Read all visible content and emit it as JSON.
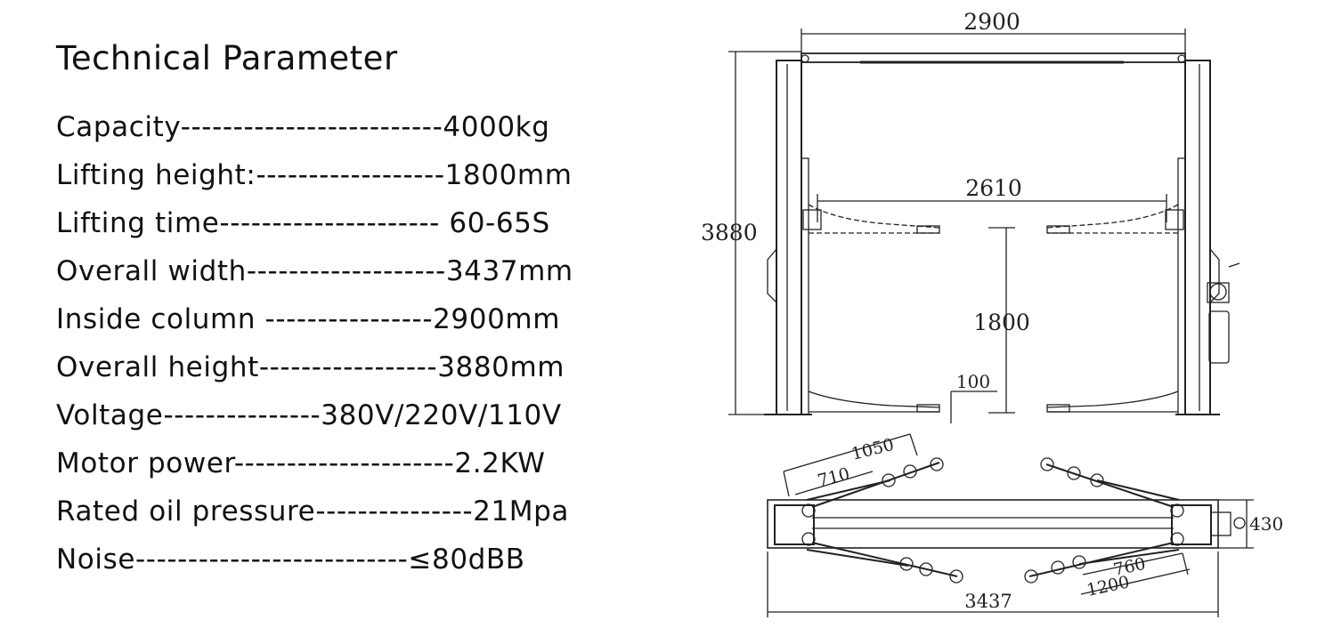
{
  "title": "Technical Parameter",
  "specs": [
    {
      "text": "Capacity-------------------------4000kg"
    },
    {
      "text": "Lifting height:------------------1800mm"
    },
    {
      "text": "Lifting time--------------------- 60-65S"
    },
    {
      "text": "Overall width-------------------3437mm"
    },
    {
      "text": "Inside column ----------------2900mm"
    },
    {
      "text": "Overall height-----------------3880mm"
    },
    {
      "text": "Voltage---------------380V/220V/110V"
    },
    {
      "text": "Motor power---------------------2.2KW"
    },
    {
      "text": "Rated oil pressure---------------21Mpa"
    },
    {
      "text": "Noise--------------------------≤80dBB"
    }
  ],
  "dimensions": {
    "inside_column": "2900",
    "overall_height": "3880",
    "arm_span": "2610",
    "lifting_height": "1800",
    "min_height": "100",
    "arm_long_a": "1050",
    "arm_short_a": "710",
    "arm_long_b": "1200",
    "arm_short_b": "760",
    "overall_width": "3437",
    "base_depth": "430"
  }
}
